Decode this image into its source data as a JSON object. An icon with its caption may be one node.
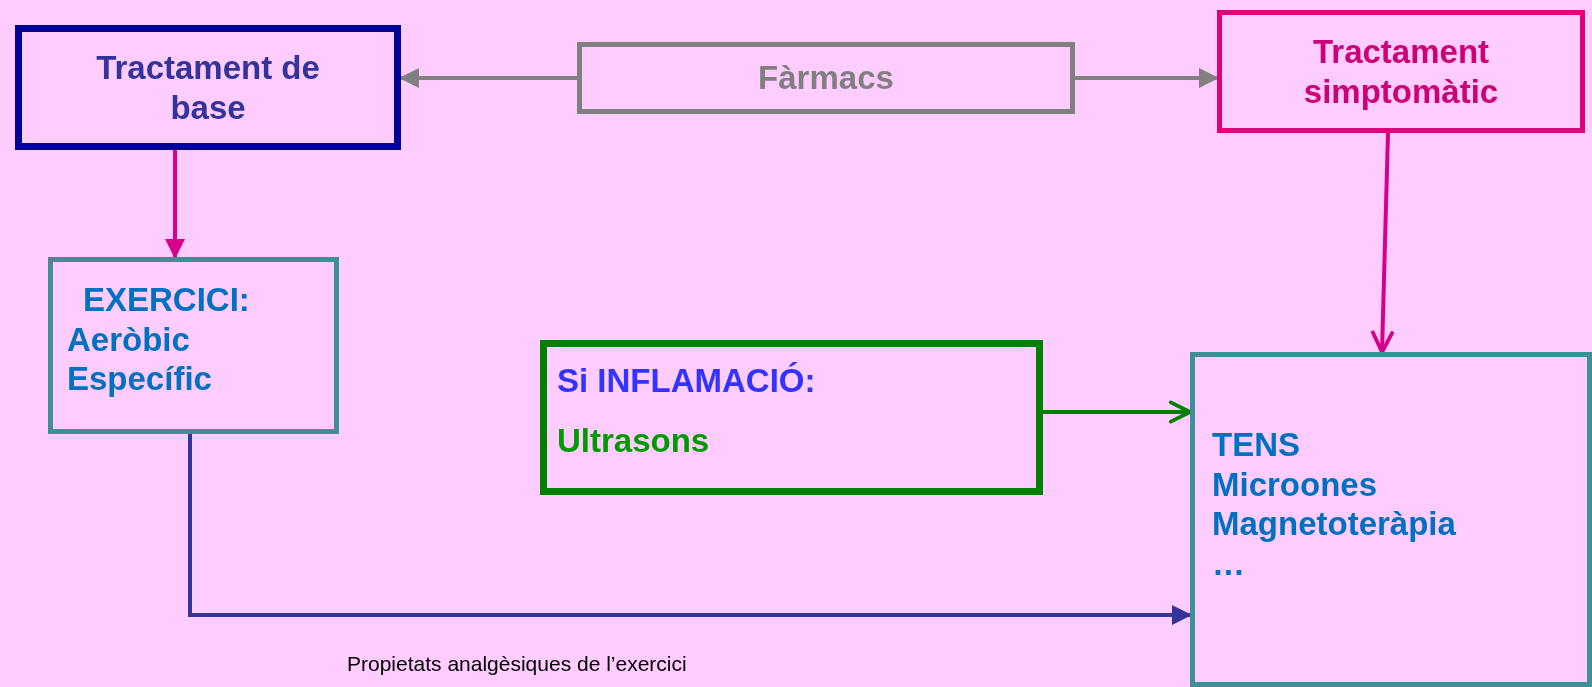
{
  "diagram": {
    "nodes": [
      {
        "text": [
          "Tractament de base"
        ]
      },
      {
        "text": [
          "Fàrmacs"
        ]
      },
      {
        "text": [
          "Tractament simptomàtic"
        ]
      },
      {
        "text": [
          "EXERCICI:",
          "Aeròbic Específic"
        ]
      },
      {
        "text": [
          "Si INFLAMACIÓ:",
          "Ultrasons"
        ]
      },
      {
        "text": [
          "TENS Microones Magnetoteràpia …"
        ]
      }
    ],
    "edges": [
      {
        "from": 1,
        "to": 0,
        "arrow": "to",
        "color": "#808080"
      },
      {
        "from": 1,
        "to": 2,
        "arrow": "to",
        "color": "#808080"
      },
      {
        "from": 0,
        "to": 3,
        "arrow": "to",
        "color": "#d6008a"
      },
      {
        "from": 2,
        "to": 5,
        "arrow": "to",
        "color": "#d6008a"
      },
      {
        "from": 4,
        "to": 5,
        "arrow": "to",
        "color": "#008000"
      },
      {
        "from": 3,
        "to": 5,
        "arrow": "to",
        "color": "#333399",
        "label": "Propietats analgèsiques de l’exercici"
      }
    ]
  }
}
